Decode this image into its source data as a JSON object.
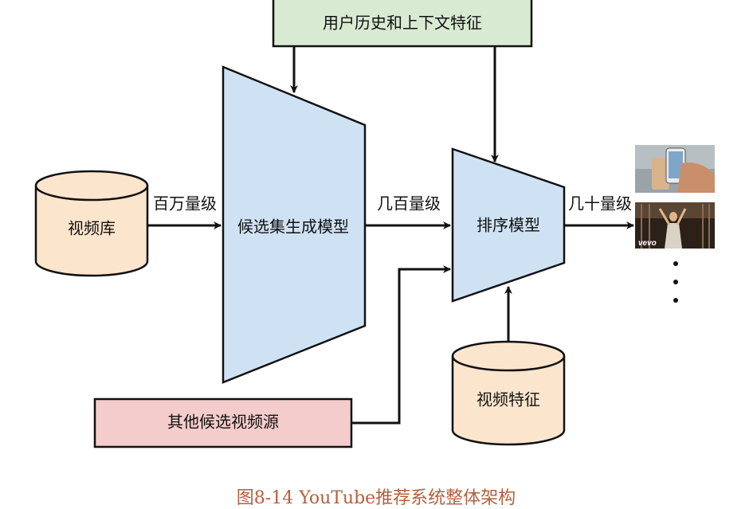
{
  "nodes": {
    "user_context": "用户历史和上下文特征",
    "video_corpus": "视频库",
    "candidate_model": "候选集生成模型",
    "ranking_model": "排序模型",
    "other_sources": "其他候选视频源",
    "video_features": "视频特征"
  },
  "edges": {
    "millions": "百万量级",
    "hundreds": "几百量级",
    "dozens": "几十量级"
  },
  "thumbnails": {
    "second_logo": "vevo"
  },
  "caption": "图8-14 YouTube推荐系统整体架构",
  "colors": {
    "green_box": "#d9ead3",
    "blue_shape": "#cfe2f3",
    "peach_cylinder": "#fce5cd",
    "pink_box": "#f4cccc",
    "caption": "#b45f3c",
    "stroke": "#111111"
  }
}
